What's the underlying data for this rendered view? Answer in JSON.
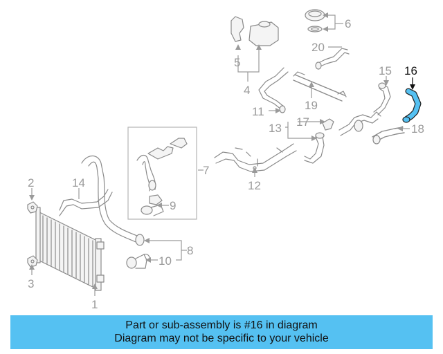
{
  "diagram": {
    "callouts": [
      "1",
      "2",
      "3",
      "5",
      "4",
      "6",
      "7",
      "8",
      "9",
      "10",
      "11",
      "12",
      "13",
      "14",
      "15",
      "16",
      "17",
      "18",
      "19",
      "20"
    ],
    "highlighted_part": "16",
    "highlight_color": "#55c1f2",
    "line_color": "#8a8a8a"
  },
  "banner": {
    "line1": "Part or sub-assembly is #16 in diagram",
    "line2": "Diagram may not be specific to your vehicle",
    "background": "#55c1f2"
  }
}
